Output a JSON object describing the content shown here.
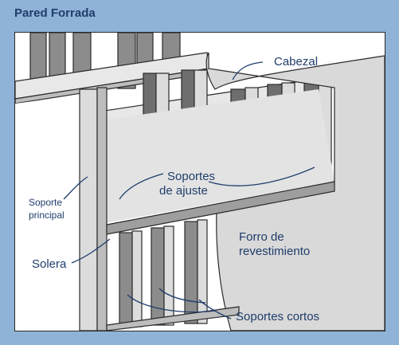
{
  "title": "Pared Forrada",
  "labels": {
    "cabezal": "Cabezal",
    "soportes_ajuste_1": "Soportes",
    "soportes_ajuste_2": "de ajuste",
    "soporte_principal_1": "Soporte",
    "soporte_principal_2": "principal",
    "solera": "Solera",
    "forro_1": "Forro de",
    "forro_2": "revestimiento",
    "soportes_cortos": "Soportes cortos"
  },
  "colors": {
    "border_blue": "#8fb3d6",
    "title_blue": "#1f3d6b",
    "wall_gray": "#d9d9d9",
    "stud_gray": "#8c8c8c",
    "stud_dark": "#5e5e5e",
    "light_stud": "#e8e8e8"
  }
}
